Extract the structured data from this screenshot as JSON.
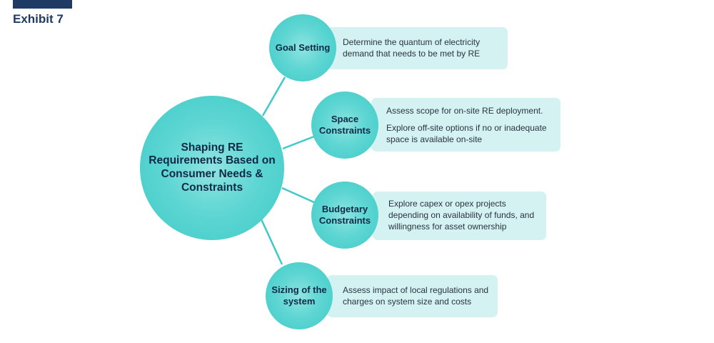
{
  "header": {
    "exhibit_label": "Exhibit 7"
  },
  "center": {
    "lines": [
      "Shaping RE",
      "Requirements Based on",
      "Consumer Needs &",
      "Constraints"
    ]
  },
  "nodes": [
    {
      "title_lines": [
        "Goal Setting"
      ],
      "desc": [
        "Determine the quantum of electricity demand that needs to be met by RE"
      ]
    },
    {
      "title_lines": [
        "Space",
        "Constraints"
      ],
      "desc": [
        "Assess scope for on-site RE deployment.",
        "Explore off-site options if no or inadequate space is available on-site"
      ]
    },
    {
      "title_lines": [
        "Budgetary",
        "Constraints"
      ],
      "desc": [
        "Explore capex or opex projects depending on availability of funds, and willingness for asset ownership"
      ]
    },
    {
      "title_lines": [
        "Sizing of the",
        "system"
      ],
      "desc": [
        "Assess impact of local regulations and charges on system size and costs"
      ]
    }
  ],
  "colors": {
    "accent_dark": "#1f3a63",
    "circle": "#3dcbc8",
    "box": "#d3f2f1",
    "connector": "#3dcbc8"
  }
}
